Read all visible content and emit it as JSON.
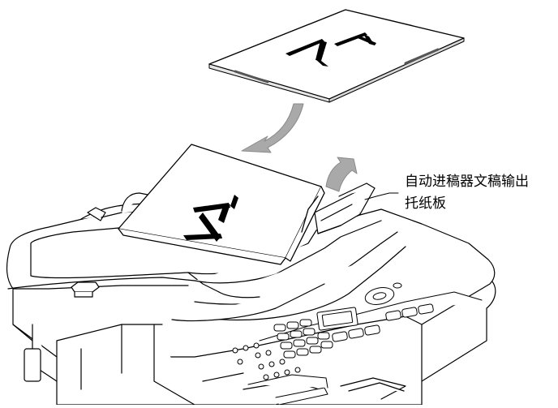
{
  "callout": {
    "line1": "自动进稿器文稿输出",
    "line2": "托纸板"
  },
  "colors": {
    "outline": "#000000",
    "fill": "#ffffff",
    "arrow": "#a9a9a9",
    "figure_glyph": "#000000"
  },
  "icons": {
    "feed_arrow": "curved-down-arrow",
    "lift_arrow": "curved-up-arrow"
  }
}
